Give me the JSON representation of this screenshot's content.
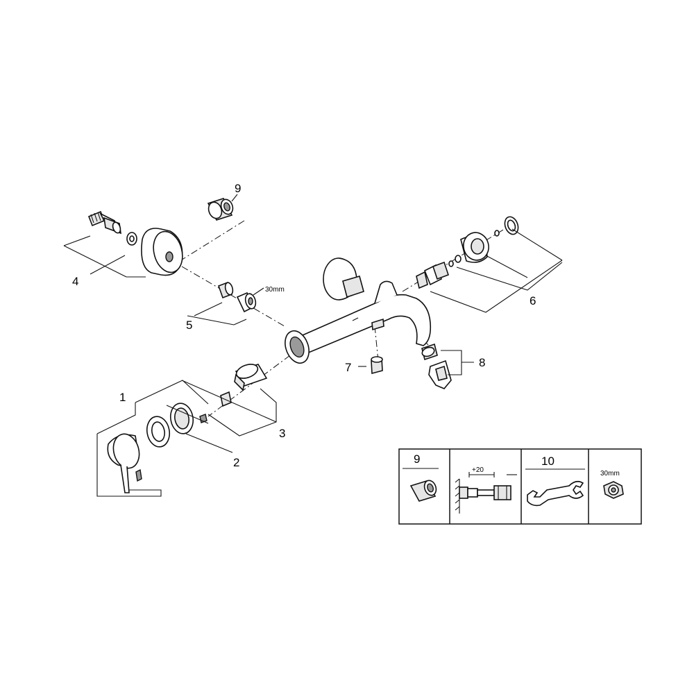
{
  "callouts": {
    "c1": "1",
    "c2": "2",
    "c3": "3",
    "c4": "4",
    "c5": "5",
    "c6": "6",
    "c7": "7",
    "c8": "8",
    "c9": "9",
    "size_30mm": "30mm"
  },
  "legend": {
    "cell1_number": "9",
    "cell2_dimension": "+20",
    "cell3_number": "10",
    "cell4_size": "30mm"
  }
}
